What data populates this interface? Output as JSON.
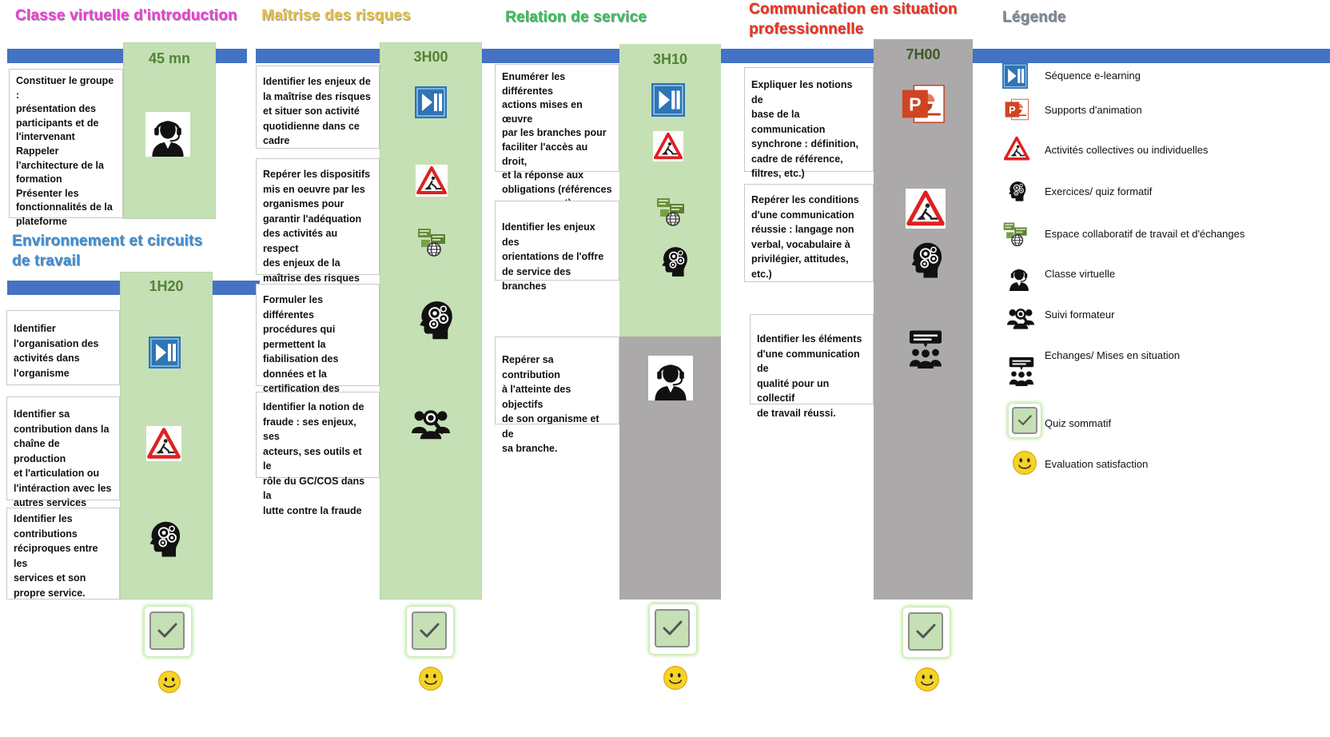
{
  "titles": {
    "classe": "Classe virtuelle d'introduction",
    "maitrise": "Maîtrise des risques",
    "relation": "Relation de service",
    "communication_l1": "Communication en situation",
    "communication_l2": "professionnelle",
    "legende": "Légende",
    "environnement_l1": "Environnement et circuits",
    "environnement_l2": "de travail"
  },
  "durations": {
    "classe": "45 mn",
    "environnement": "1H20",
    "maitrise": "3H00",
    "relation": "3H10",
    "communication": "7H00"
  },
  "boxes": {
    "classe_1": [
      "Constituer le groupe :",
      "présentation des",
      "participants et de",
      "l'intervenant",
      "Rappeler",
      "l'architecture de la",
      "formation",
      "Présenter les",
      "fonctionnalités de la",
      "plateforme"
    ],
    "env_1": [
      "Identifier",
      "l'organisation des",
      "activités dans",
      "l'organisme"
    ],
    "env_2": [
      "Identifier sa",
      "contribution dans la",
      "chaîne de production",
      "et l'articulation ou",
      "l'intéraction avec les",
      "autres services"
    ],
    "env_3": [
      "Identifier les",
      "contributions",
      "réciproques entre les",
      "services et son",
      "propre service."
    ],
    "maitrise_1": [
      "Identifier les enjeux de",
      "la maîtrise des risques",
      "et situer son activité",
      "quotidienne dans ce",
      "cadre"
    ],
    "maitrise_2": [
      "Repérer les dispositifs",
      "mis en oeuvre par les",
      "organismes pour",
      "garantir l'adéquation",
      "des activités au respect",
      "des enjeux de la",
      "maîtrise des risques"
    ],
    "maitrise_3": [
      "Formuler les différentes",
      "procédures qui",
      "permettent la",
      "fiabilisation des",
      "données et la",
      "certification des"
    ],
    "maitrise_4": [
      "Identifier la notion de",
      "fraude : ses enjeux, ses",
      "acteurs, ses outils et le",
      "rôle du GC/COS dans la",
      "lutte contre la fraude"
    ],
    "relation_1": [
      "Enumérer les différentes",
      "actions mises en œuvre",
      "par les branches pour",
      "faciliter l'accès au droit,",
      "et la réponse aux",
      "obligations (références",
      "recouvrement)"
    ],
    "relation_2": [
      "Identifier les enjeux des",
      "orientations de l'offre",
      "de service des branches"
    ],
    "relation_3": [
      "Repérer sa contribution",
      "à l'atteinte des objectifs",
      "de son organisme et de",
      "sa branche."
    ],
    "comm_1": [
      "Expliquer les notions de",
      "base de la",
      "communication",
      "synchrone : définition,",
      "cadre de référence,",
      "filtres, etc.)"
    ],
    "comm_2": [
      "Repérer les conditions",
      "d'une communication",
      "réussie : langage non",
      "verbal, vocabulaire à",
      "privilégier, attitudes,",
      "etc.)"
    ],
    "comm_3": [
      "Identifier les éléments",
      "d'une communication de",
      "qualité pour un collectif",
      "de travail réussi."
    ]
  },
  "legend": [
    {
      "icon": "elearning-icon",
      "label": "Séquence e-learning"
    },
    {
      "icon": "powerpoint-icon",
      "label": "Supports d'animation"
    },
    {
      "icon": "warning-triangle-icon",
      "label": "Activités collectives ou individuelles"
    },
    {
      "icon": "head-gears-icon",
      "label": "Exercices/ quiz formatif"
    },
    {
      "icon": "collaborative-space-icon",
      "label": "Espace collaboratif de travail et d'échanges"
    },
    {
      "icon": "headset-person-icon",
      "label": "Classe virtuelle"
    },
    {
      "icon": "trainer-followup-icon",
      "label": "Suivi formateur"
    },
    {
      "icon": "group-exchange-icon",
      "label": "Echanges/ Mises en situation"
    },
    {
      "icon": "quiz-check-icon",
      "label": "Quiz sommatif"
    },
    {
      "icon": "smiley-icon",
      "label": "Evaluation satisfaction"
    }
  ],
  "colors": {
    "timeline_bar": "#4472c4",
    "green_column": "#c5e0b4",
    "gray_column": "#aca9aa",
    "elearning_blue": "#2e75b6",
    "powerpoint_red": "#d04423",
    "warning_red": "#e02020",
    "smiley_yellow": "#f5d327"
  }
}
